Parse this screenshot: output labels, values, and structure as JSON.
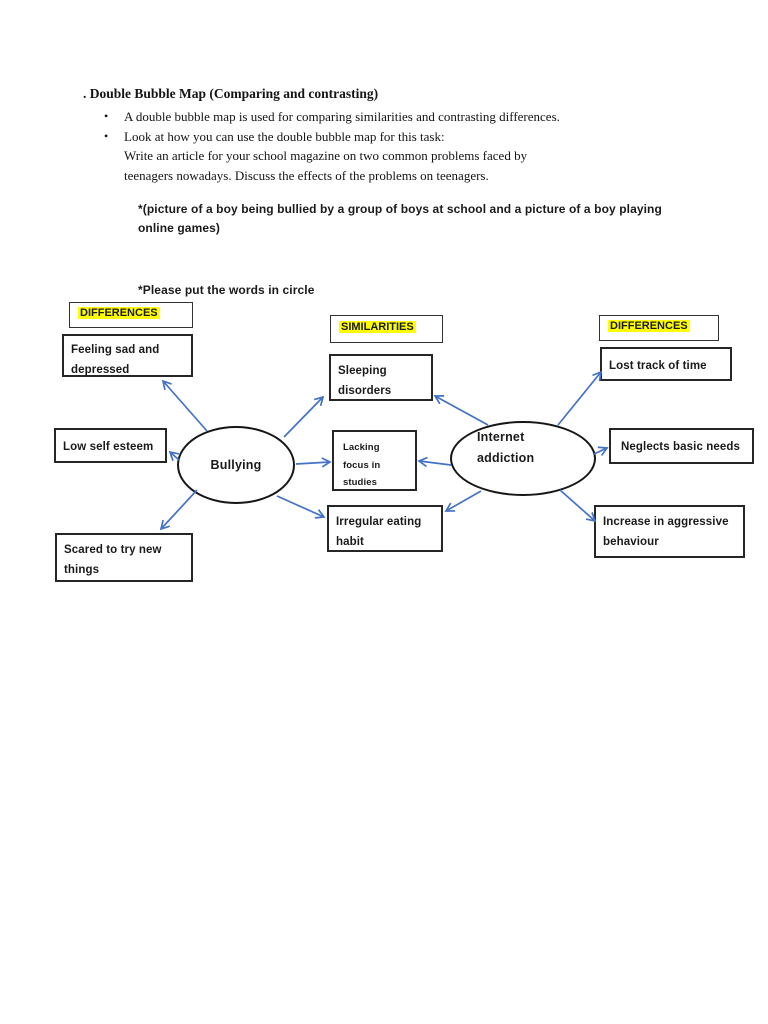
{
  "document": {
    "title": ". Double Bubble Map (Comparing and contrasting)",
    "bullet_char": "•",
    "bullets": {
      "item1": "A double bubble map is used for comparing similarities and contrasting differences.",
      "item2": "Look at how you can use the double bubble map for this task:",
      "item2_line2": "Write an article for your school magazine on two common problems faced by",
      "item2_line3": "teenagers nowadays. Discuss the effects of the problems on teenagers."
    },
    "picture_note": "*(picture of a boy being bullied by a group of boys at school and a picture of a boy playing\nonline games)",
    "circle_note": "*Please put the words in circle"
  },
  "diagram": {
    "headers": {
      "left": "DIFFERENCES",
      "center": "SIMILARITIES",
      "right": "DIFFERENCES"
    },
    "bubbles": {
      "left": "Bullying",
      "right": "Internet addiction"
    },
    "left_effects": {
      "feeling": "Feeling sad and\ndepressed",
      "low": "Low self esteem",
      "scared": "Scared to try new\nthings"
    },
    "shared_effects": {
      "sleeping": "Sleeping\ndisorders",
      "lacking": "Lacking\nfocus in\nstudies",
      "irregular": "Irregular eating\nhabit"
    },
    "right_effects": {
      "lost": "Lost track of time",
      "neglects": "Neglects basic needs",
      "increase": "Increase in aggressive\nbehaviour"
    },
    "colors": {
      "highlight": "#ffff00",
      "arrow": "#4472c4",
      "box_border": "#262626"
    }
  }
}
